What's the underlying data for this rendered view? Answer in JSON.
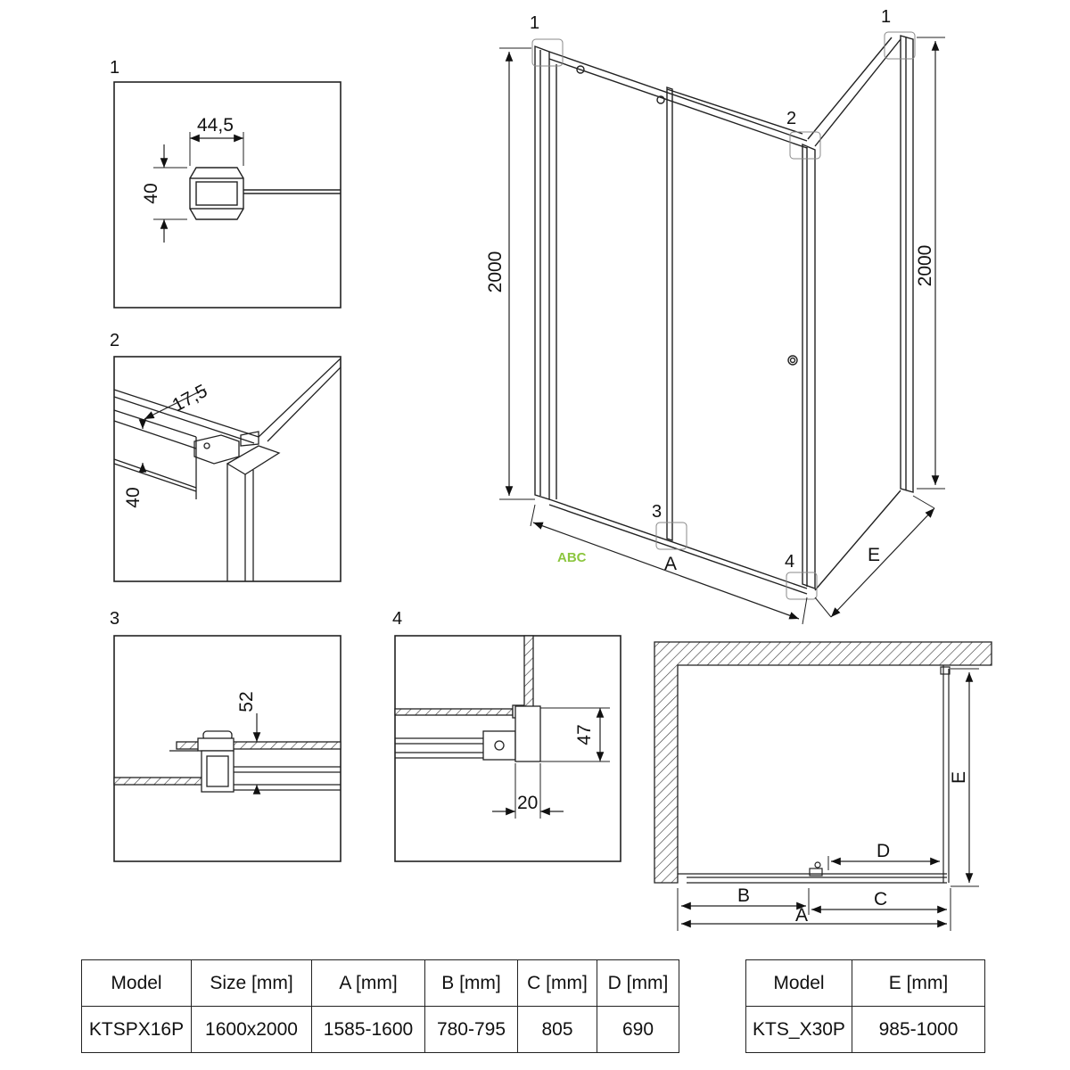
{
  "detail_labels": [
    "1",
    "2",
    "3",
    "4"
  ],
  "detail1": {
    "width": "44,5",
    "height": "40"
  },
  "detail2": {
    "dim_a": "17,5",
    "dim_b": "40"
  },
  "detail3": {
    "dim": "52"
  },
  "detail4": {
    "dim_v": "47",
    "dim_h": "20"
  },
  "enclosure": {
    "callouts": [
      "1",
      "1",
      "2",
      "3",
      "4"
    ],
    "height_left": "2000",
    "height_right": "2000",
    "width_label": "A",
    "depth_label": "E",
    "watermark": "ABC"
  },
  "plan": {
    "labels": {
      "A": "A",
      "B": "B",
      "C": "C",
      "D": "D",
      "E": "E"
    }
  },
  "tables": {
    "main": {
      "headers": [
        "Model",
        "Size [mm]",
        "A [mm]",
        "B [mm]",
        "C [mm]",
        "D [mm]"
      ],
      "row": [
        "KTSPX16P",
        "1600x2000",
        "1585-1600",
        "780-795",
        "805",
        "690"
      ]
    },
    "side": {
      "headers": [
        "Model",
        "E [mm]"
      ],
      "row": [
        "KTS_X30P",
        "985-1000"
      ]
    }
  }
}
